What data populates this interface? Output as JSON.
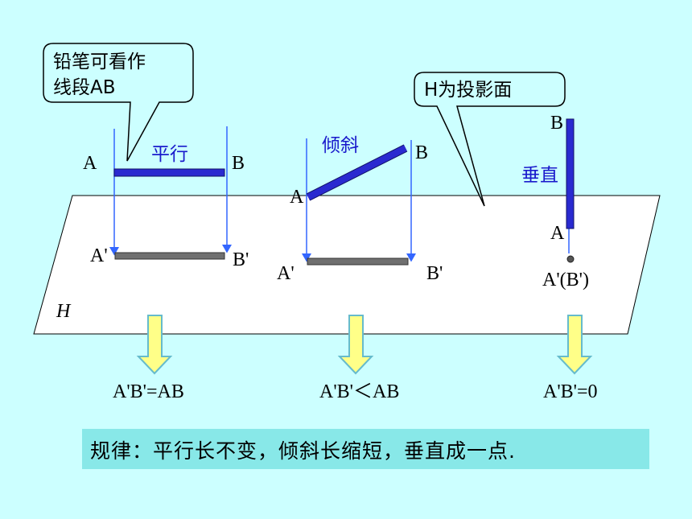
{
  "callouts": {
    "pencil_line1": "铅笔可看作",
    "pencil_line2": "线段AB",
    "plane": "H为投影面"
  },
  "plane_label": "H",
  "cases": {
    "parallel": {
      "name": "平行",
      "a": "A",
      "b": "B",
      "a_proj": "A'",
      "b_proj": "B'",
      "result": "A'B'=AB"
    },
    "inclined": {
      "name": "倾斜",
      "a": "A",
      "b": "B",
      "a_proj": "A'",
      "b_proj": "B'",
      "result": "A'B'＜AB"
    },
    "perpendicular": {
      "name": "垂直",
      "a": "A",
      "b": "B",
      "proj": "A'(B')",
      "result": "A'B'=0"
    }
  },
  "rule": "规律：平行长不变，倾斜长缩短，垂直成一点.",
  "colors": {
    "background": "#ccffff",
    "segment": "#2a2ad0",
    "projection": "#707070",
    "projector": "#3366ff",
    "arrow_fill": "#ffff88",
    "arrow_stroke": "#66bbcc",
    "rule_box": "#88e8e8"
  }
}
